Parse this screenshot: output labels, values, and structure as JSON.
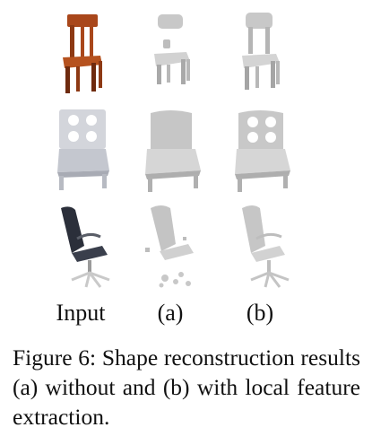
{
  "figure": {
    "column_labels": [
      "Input",
      "(a)",
      "(b)"
    ],
    "rows": [
      {
        "name": "wooden-chair"
      },
      {
        "name": "holed-back-chair"
      },
      {
        "name": "office-chair"
      }
    ],
    "colors": {
      "wood": "#a9471b",
      "wood_dark": "#6e2a0e",
      "gray_light": "#e0e0e0",
      "gray_mid": "#bdbdbd",
      "gray_dark": "#8a8a8a",
      "office_black": "#2b2f3a",
      "office_metal": "#c9c9c9"
    },
    "caption": "Figure 6: Shape reconstruction results (a) without and (b) with local feature extraction."
  }
}
